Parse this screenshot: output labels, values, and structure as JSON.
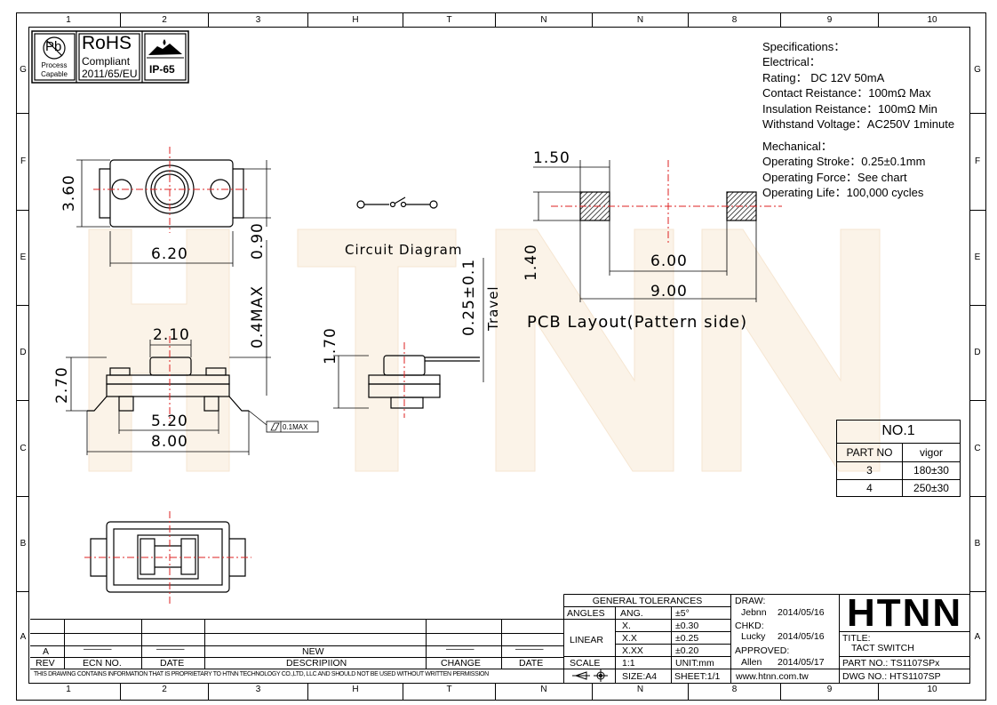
{
  "border": {
    "columns": [
      "1",
      "2",
      "3",
      "H",
      "T",
      "N",
      "N",
      "8",
      "9",
      "10"
    ],
    "rows": [
      "G",
      "F",
      "E",
      "D",
      "C",
      "B",
      "A"
    ]
  },
  "logos": {
    "pb": {
      "symbol": "Pb",
      "line1": "Process",
      "line2": "Capable"
    },
    "rohs": {
      "title": "RoHS",
      "line1": "Compliant",
      "line2": "2011/65/EU"
    },
    "ip": {
      "label": "IP-65"
    }
  },
  "watermark": "HTNN",
  "specs": {
    "heading": "Specifications：",
    "electrical": "Electrical：",
    "rating": "Rating： DC 12V 50mA",
    "contact": "Contact Reistance：100mΩ Max",
    "insulation": "Insulation Reistance：100mΩ Min",
    "withstand": "Withstand Voltage：AC250V 1minute",
    "mechanical": "Mechanical：",
    "stroke": "Operating Stroke：0.25±0.1mm",
    "force": "Operating Force：See chart",
    "life": "Operating Life：100,000 cycles"
  },
  "dims": {
    "d360": "3.60",
    "d620": "6.20",
    "d090": "0.90",
    "d04max": "0.4MAX",
    "d210": "2.10",
    "d270": "2.70",
    "d520": "5.20",
    "d800": "8.00",
    "flat": "0.1MAX",
    "d170": "1.70",
    "travel_val": "0.25±0.1",
    "travel": "Travel",
    "d150": "1.50",
    "d140": "1.40",
    "d600": "6.00",
    "d900": "9.00"
  },
  "labels": {
    "circuit": "Circuit Diagram",
    "pcb": "PCB Layout(Pattern side)"
  },
  "force_table": {
    "title": "NO.1",
    "headers": [
      "PART NO",
      "vigor"
    ],
    "rows": [
      [
        "3",
        "180±30"
      ],
      [
        "4",
        "250±30"
      ]
    ]
  },
  "title_block": {
    "gen_tol": "GENERAL TOLERANCES",
    "angles": "ANGLES",
    "ang": "ANG.",
    "ang_tol": "±5°",
    "linear": "LINEAR",
    "x1": "X.",
    "x1_tol": "±0.30",
    "x2": "X.X",
    "x2_tol": "±0.25",
    "x3": "X.XX",
    "x3_tol": "±0.20",
    "scale": "SCALE",
    "scale_val": "1:1",
    "unit": "UNIT:mm",
    "size": "SIZE:A4",
    "sheet": "SHEET:1/1",
    "draw": "DRAW:",
    "draw_name": "Jebnn",
    "draw_date": "2014/05/16",
    "chkd": "CHKD:",
    "chkd_name": "Lucky",
    "chkd_date": "2014/05/16",
    "approved": "APPROVED:",
    "appr_name": "Allen",
    "appr_date": "2014/05/17",
    "website": "www.htnn.com.tw",
    "brand": "HTNN",
    "title_label": "TITLE:",
    "title_val": "TACT SWITCH",
    "part_no": "PART NO.: TS1107SPx",
    "dwg_no": "DWG  NO.: HTS1107SP",
    "rev_a": "A",
    "new": "NEW",
    "rev": "REV",
    "ecn": "ECN NO.",
    "date": "DATE",
    "desc": "DESCRIPIION",
    "change": "CHANGE",
    "date2": "DATE",
    "notice": "THIS DRAWING CONTAINS INFORMATION THAT IS PROPRIETARY TO HTNN TECHNOLOGY CO.,LTD, LLC AND SHOULD  NOT BE USED WITHOUT WRITTEN PERMISSION"
  }
}
